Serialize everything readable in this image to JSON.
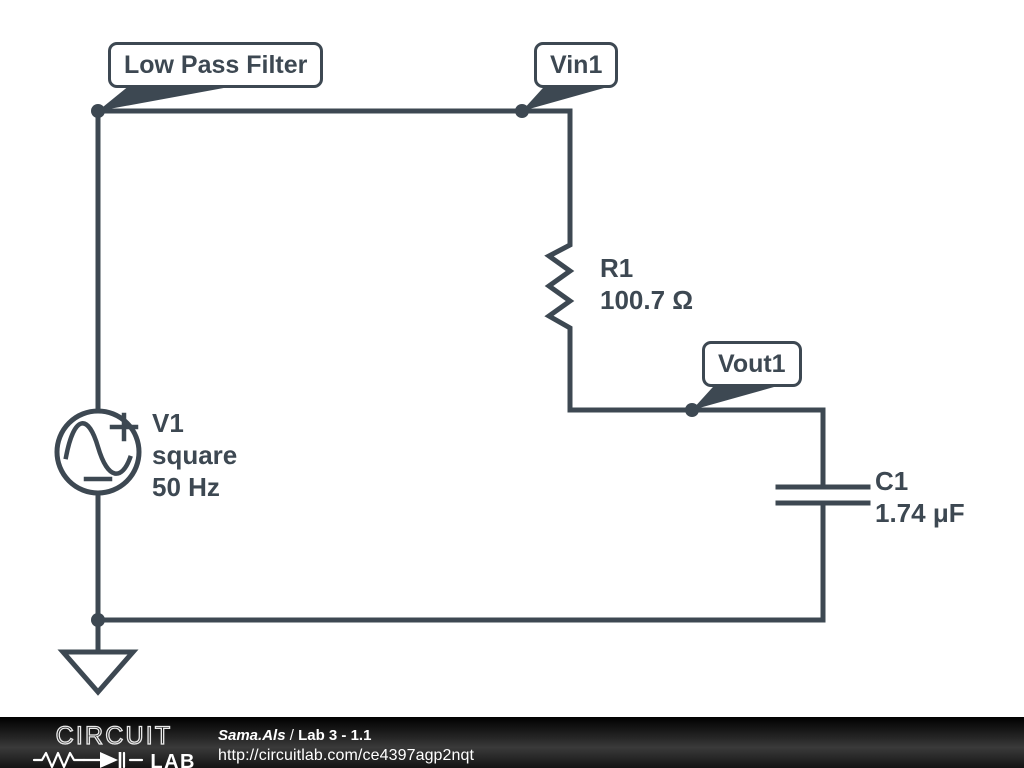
{
  "document": {
    "title": "Low Pass Filter",
    "background_color": "#ffffff",
    "ink_color": "#3d4852"
  },
  "callouts": [
    {
      "name": "low-pass-filter",
      "text": "Low Pass Filter"
    },
    {
      "name": "vin1",
      "text": "Vin1"
    },
    {
      "name": "vout1",
      "text": "Vout1"
    }
  ],
  "components": {
    "v1": {
      "designator": "V1",
      "waveform": "square",
      "frequency": "50 Hz",
      "type": "voltage-source",
      "plus_sign": "+",
      "minus_sign": "−"
    },
    "r1": {
      "designator": "R1",
      "value": "100.7 Ω",
      "type": "resistor"
    },
    "c1": {
      "designator": "C1",
      "value": "1.74 μF",
      "type": "capacitor"
    },
    "gnd": {
      "type": "ground"
    }
  },
  "footer": {
    "logo_top": "CIRCUIT",
    "logo_bottom": "LAB",
    "owner": "Sama.Als",
    "separator": " / ",
    "project": "Lab 3 - 1.1",
    "url": "http://circuitlab.com/ce4397agp2nqt",
    "background_color": "#121212"
  }
}
